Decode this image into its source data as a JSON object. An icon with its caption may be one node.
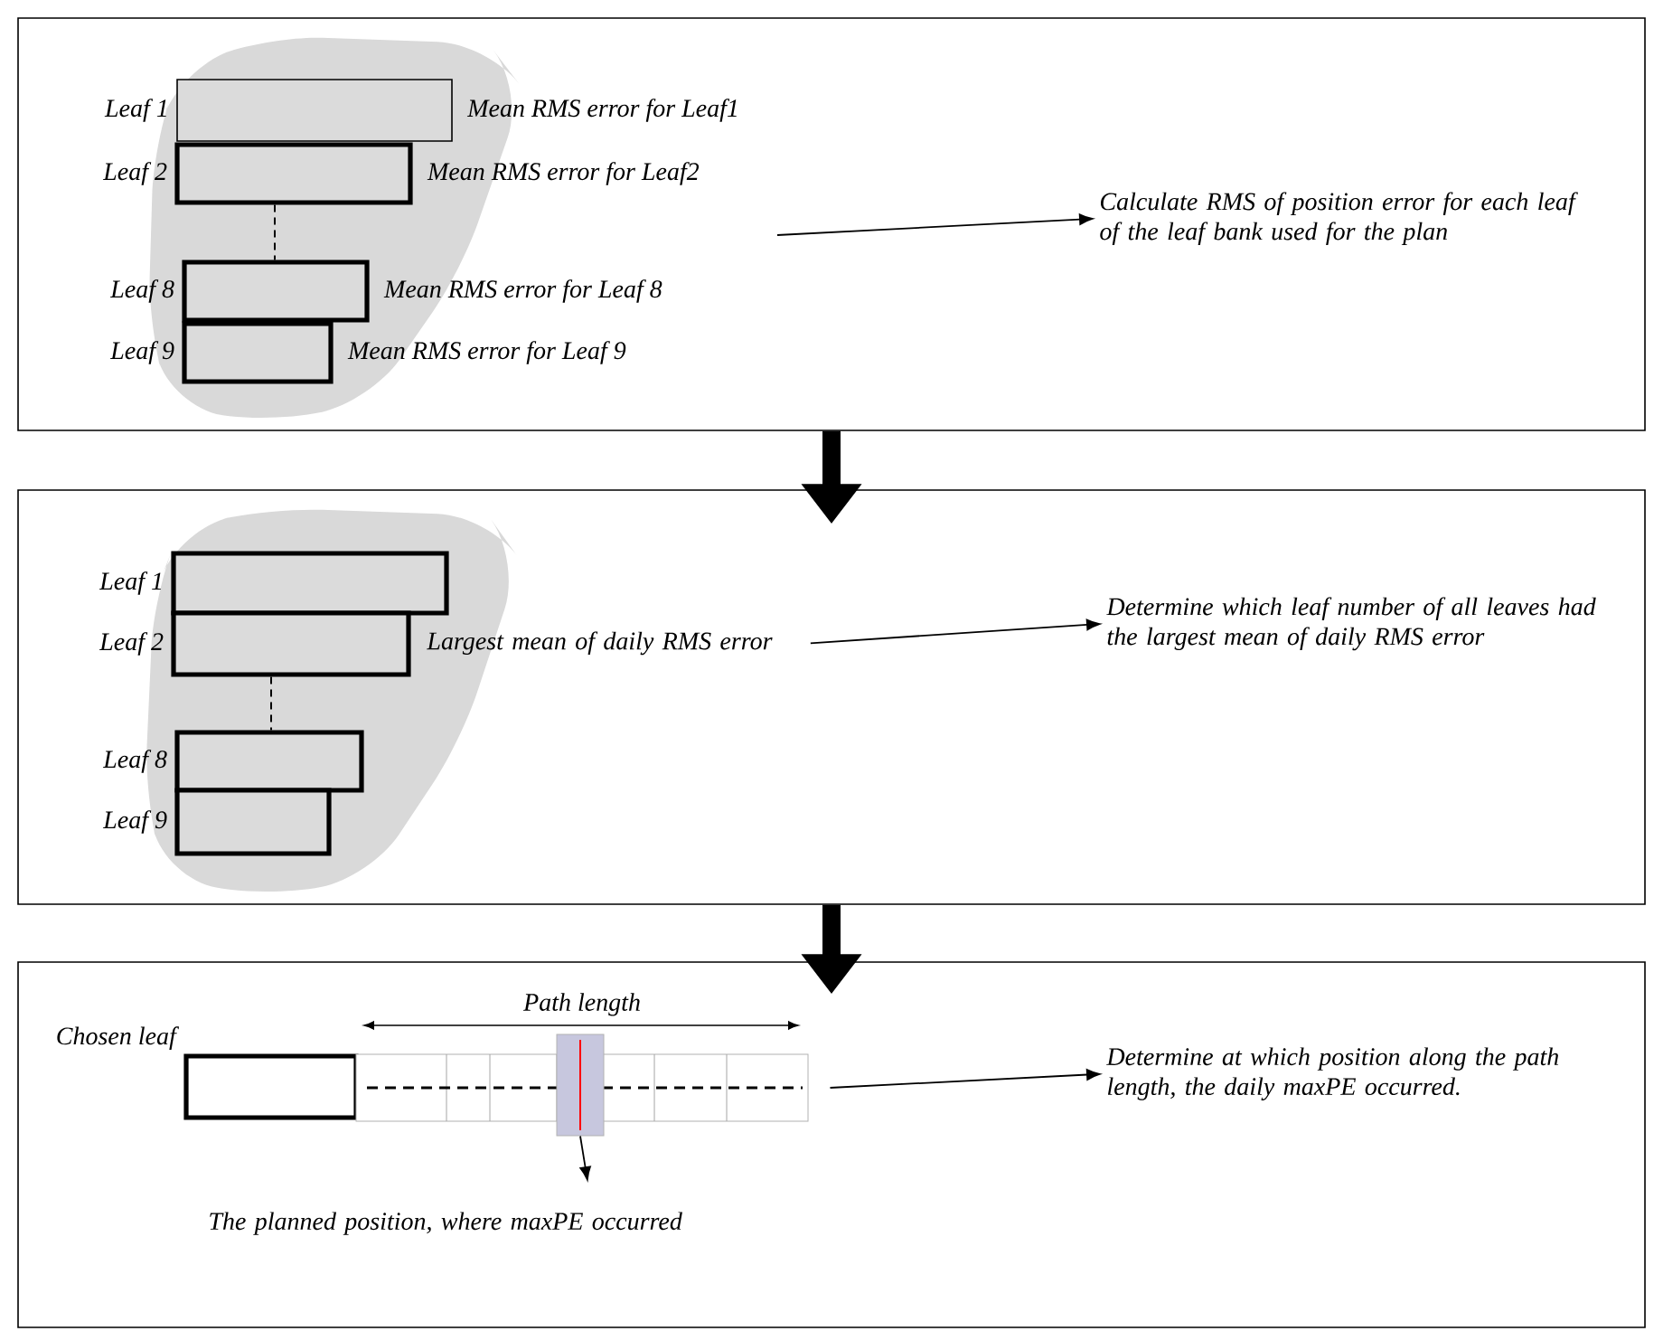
{
  "diagram": {
    "nodes": [
      {
        "text": [],
        "shape": "box"
      },
      {
        "text": [],
        "shape": "cloud",
        "in": 0
      },
      {
        "text": [
          "Leaf 1"
        ],
        "beside": [
          "Mean RMS error for Leaf1"
        ],
        "in": 1
      },
      {
        "text": [
          "Leaf 2"
        ],
        "beside": [
          "Mean RMS error for Leaf2"
        ],
        "in": 1
      },
      {
        "text": [
          "Leaf 8"
        ],
        "beside": [
          "Mean RMS error for Leaf 8"
        ],
        "in": 1
      },
      {
        "text": [
          "Leaf 9"
        ],
        "beside": [
          "Mean RMS error for Leaf 9"
        ],
        "in": 1
      },
      {
        "text": [
          "Calculate RMS of position error for each leaf of the leaf bank used for the plan"
        ],
        "in": 0
      },
      {
        "text": [],
        "shape": "box"
      },
      {
        "text": [],
        "shape": "cloud",
        "in": 7
      },
      {
        "text": [
          "Leaf 1"
        ],
        "in": 8
      },
      {
        "text": [
          "Leaf 2"
        ],
        "in": 8
      },
      {
        "text": [
          "Leaf 8"
        ],
        "in": 8
      },
      {
        "text": [
          "Leaf 9"
        ],
        "in": 8
      },
      {
        "text": [
          "Largest mean of daily RMS error"
        ],
        "in": 7
      },
      {
        "text": [
          "Determine which leaf number of all leaves had the largest mean of daily RMS error"
        ],
        "in": 7
      },
      {
        "text": [],
        "shape": "box"
      },
      {
        "text": [
          "Chosen leaf"
        ],
        "in": 15
      },
      {
        "text": [],
        "shape": "bar",
        "in": 15
      },
      {
        "text": [],
        "shape": "box",
        "in": 15
      },
      {
        "text": [
          "The planned position, where maxPE occurred"
        ],
        "in": 15
      },
      {
        "text": [
          "Determine at which position along the path length, the daily maxPE occurred."
        ],
        "in": 15
      }
    ],
    "edges": [
      {
        "from": null,
        "to": 6,
        "arrow": "to"
      },
      {
        "from": 0,
        "to": 7,
        "arrow": "to",
        "style": "thick"
      },
      {
        "from": 3,
        "to": 4,
        "arrow": "none",
        "style": "dashed"
      },
      {
        "from": 13,
        "to": 14,
        "arrow": "to"
      },
      {
        "from": 7,
        "to": 15,
        "arrow": "to",
        "style": "thick"
      },
      {
        "from": 10,
        "to": 11,
        "arrow": "none",
        "style": "dashed"
      },
      {
        "from": 17,
        "to": 20,
        "arrow": "to"
      },
      {
        "from": 18,
        "to": 19,
        "arrow": "to"
      }
    ],
    "labels": [
      "Path length"
    ]
  }
}
